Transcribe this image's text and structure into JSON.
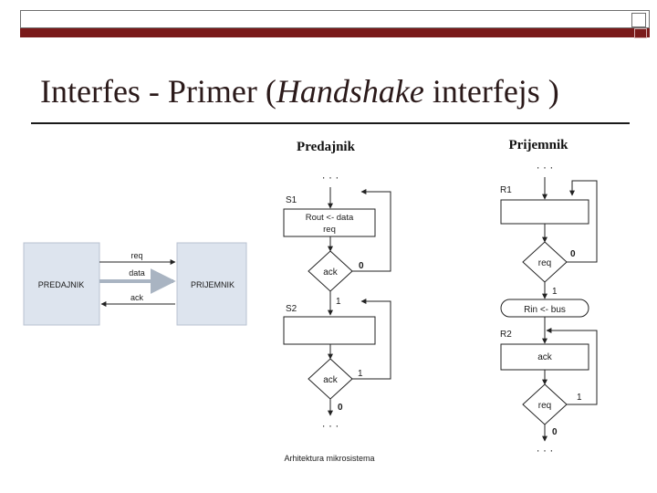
{
  "slide": {
    "title_pre": "Interfes - Primer (",
    "title_em": "Handshake",
    "title_post": " interfejs )",
    "footer": "Arhitektura mikrosistema"
  },
  "block": {
    "sender": "PREDAJNIK",
    "receiver": "PRIJEMNIK",
    "signals": [
      "req",
      "data",
      "ack"
    ]
  },
  "flow_sender": {
    "heading": "Predajnik",
    "dots_top": "· · ·",
    "s1": "S1",
    "box1_line1": "Rout <- data",
    "box1_line2": "req",
    "d1": "ack",
    "d1_no": "0",
    "d1_yes": "1",
    "s2": "S2",
    "d2": "ack",
    "d2_loop": "1",
    "d2_exit": "0",
    "dots_bottom": "· · ·"
  },
  "flow_receiver": {
    "heading": "Prijemnik",
    "dots_top": "· · ·",
    "r1": "R1",
    "d1": "req",
    "d1_no": "0",
    "d1_yes": "1",
    "rin": "Rin <- bus",
    "r2": "R2",
    "box2": "ack",
    "d2": "req",
    "d2_loop": "1",
    "d2_exit": "0",
    "dots_bottom": "· · ·"
  }
}
